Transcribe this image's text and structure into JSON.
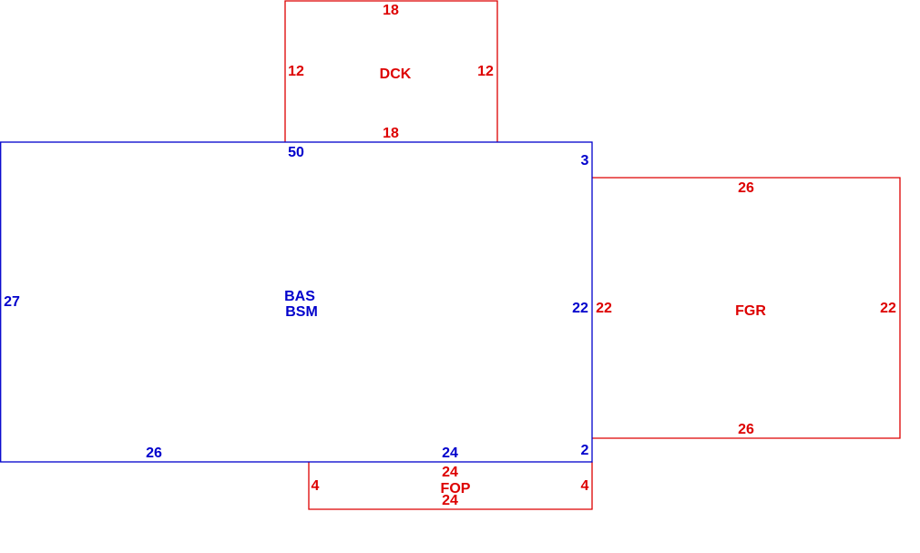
{
  "colors": {
    "main": "#0000cc",
    "addition": "#dd0000"
  },
  "areas": {
    "main": {
      "code_1": "BAS",
      "code_2": "BSM",
      "top": "50",
      "left": "27",
      "right": "22",
      "right_top": "3",
      "right_bottom": "2",
      "bottom_left": "26",
      "bottom_right": "24"
    },
    "deck": {
      "code": "DCK",
      "top": "18",
      "bottom": "18",
      "left": "12",
      "right": "12"
    },
    "garage": {
      "code": "FGR",
      "top": "26",
      "bottom": "26",
      "left": "22",
      "right": "22"
    },
    "porch": {
      "code": "FOP",
      "top": "24",
      "bottom": "24",
      "left": "4",
      "right": "4"
    }
  }
}
